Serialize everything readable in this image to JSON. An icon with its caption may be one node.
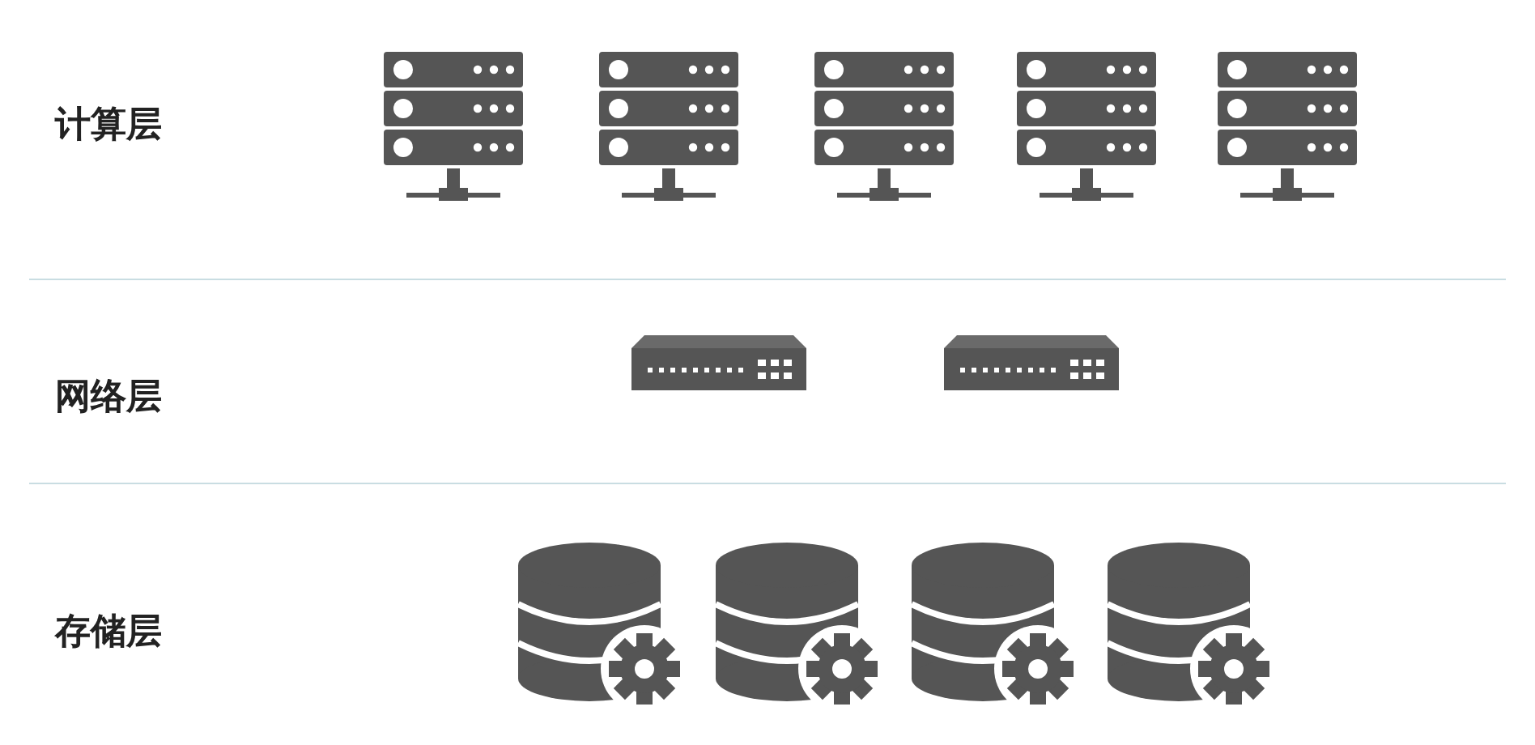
{
  "diagram": {
    "labels": [
      "计算层",
      "网络层",
      "存储层"
    ]
  }
}
